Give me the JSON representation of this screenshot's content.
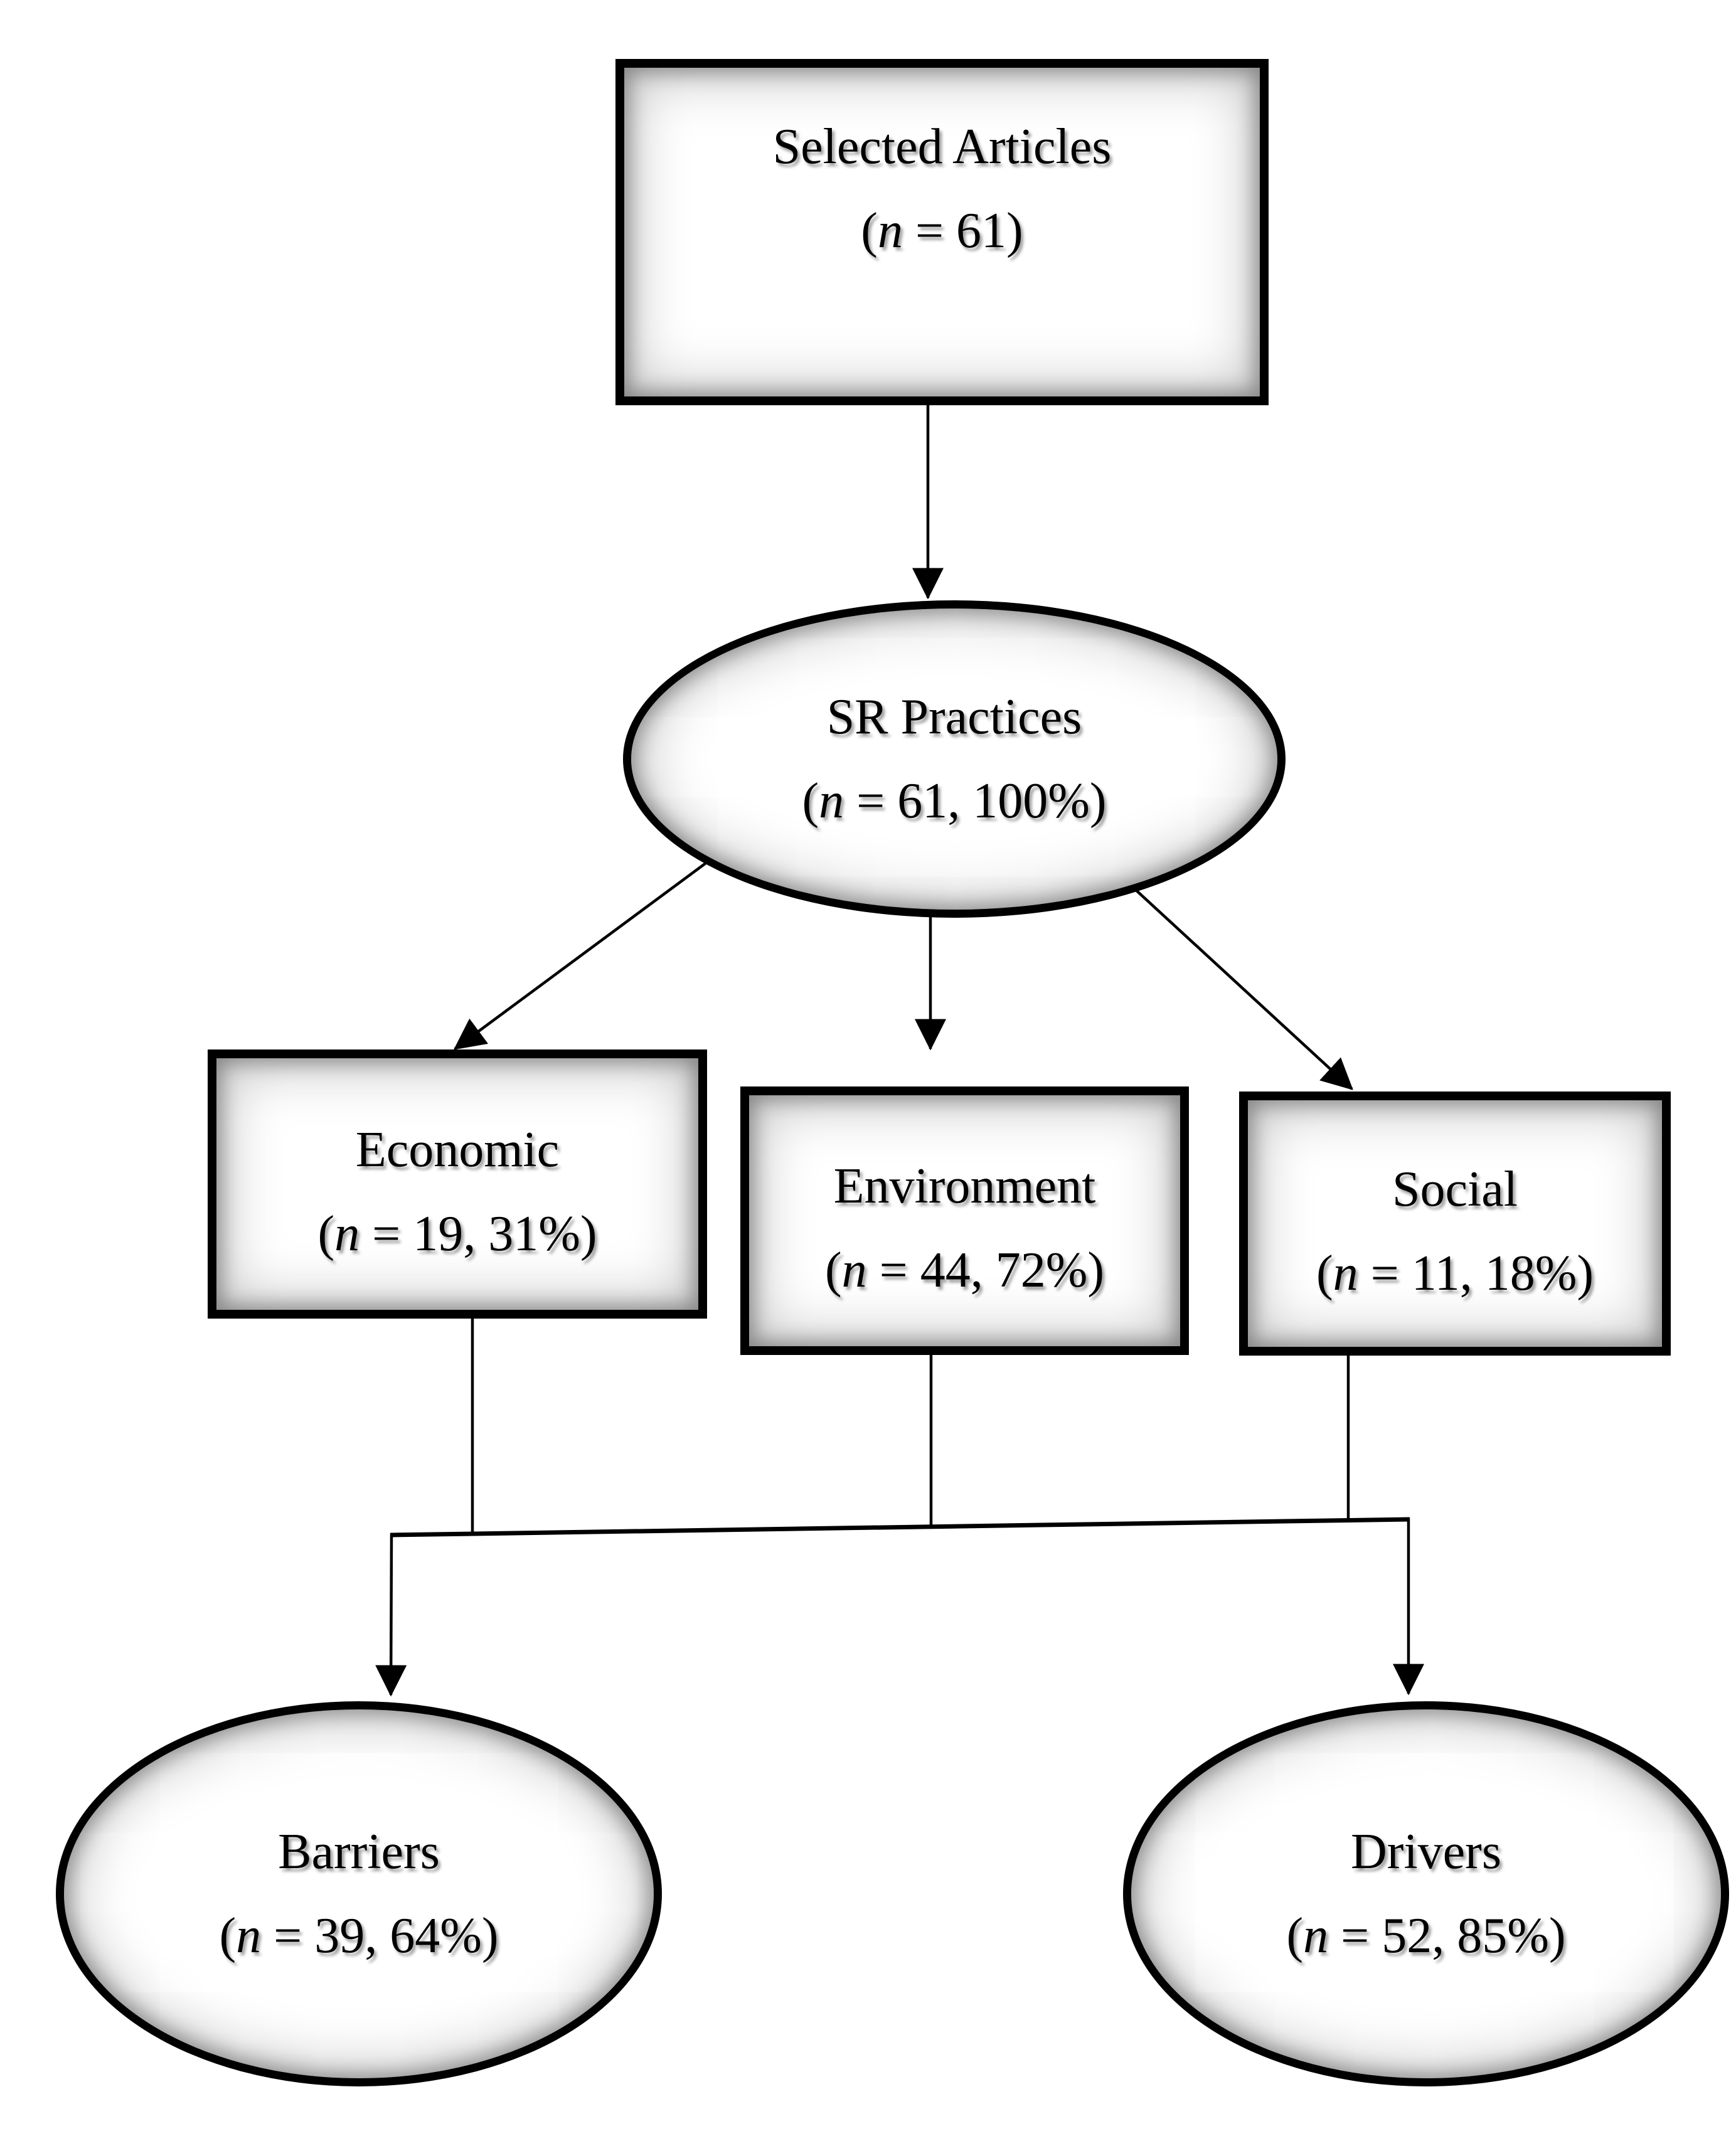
{
  "figure": {
    "colors": {
      "ink": "#000000",
      "background": "#ffffff",
      "shape_fill": "#ffffff"
    },
    "nodes": {
      "selected_articles": {
        "shape": "rectangle",
        "label": "Selected Articles",
        "count_pre": "(",
        "count_var": "n",
        "count_post": " = 61)"
      },
      "sr_practices": {
        "shape": "ellipse",
        "label": "SR Practices",
        "count_pre": "(",
        "count_var": "n",
        "count_post": " = 61, 100%)"
      },
      "economic": {
        "shape": "rectangle",
        "label": "Economic",
        "count_pre": "(",
        "count_var": "n",
        "count_post": " = 19, 31%)"
      },
      "environment": {
        "shape": "rectangle",
        "label": "Environment",
        "count_pre": "(",
        "count_var": "n",
        "count_post": " = 44, 72%)"
      },
      "social": {
        "shape": "rectangle",
        "label": "Social",
        "count_pre": "(",
        "count_var": "n",
        "count_post": " = 11, 18%)"
      },
      "barriers": {
        "shape": "ellipse",
        "label": "Barriers",
        "count_pre": "(",
        "count_var": "n",
        "count_post": " = 39, 64%)"
      },
      "drivers": {
        "shape": "ellipse",
        "label": "Drivers",
        "count_pre": "(",
        "count_var": "n",
        "count_post": " = 52, 85%)"
      }
    },
    "edges": [
      {
        "from": "selected_articles",
        "to": "sr_practices",
        "arrow": true
      },
      {
        "from": "sr_practices",
        "to": "economic",
        "arrow": true
      },
      {
        "from": "sr_practices",
        "to": "environment",
        "arrow": true
      },
      {
        "from": "sr_practices",
        "to": "social",
        "arrow": true
      },
      {
        "from": "economic",
        "to": "merge-connector",
        "arrow": false
      },
      {
        "from": "environment",
        "to": "merge-connector",
        "arrow": false
      },
      {
        "from": "social",
        "to": "merge-connector",
        "arrow": false
      },
      {
        "from": "merge-connector",
        "to": "barriers",
        "arrow": true
      },
      {
        "from": "merge-connector",
        "to": "drivers",
        "arrow": true
      }
    ]
  }
}
